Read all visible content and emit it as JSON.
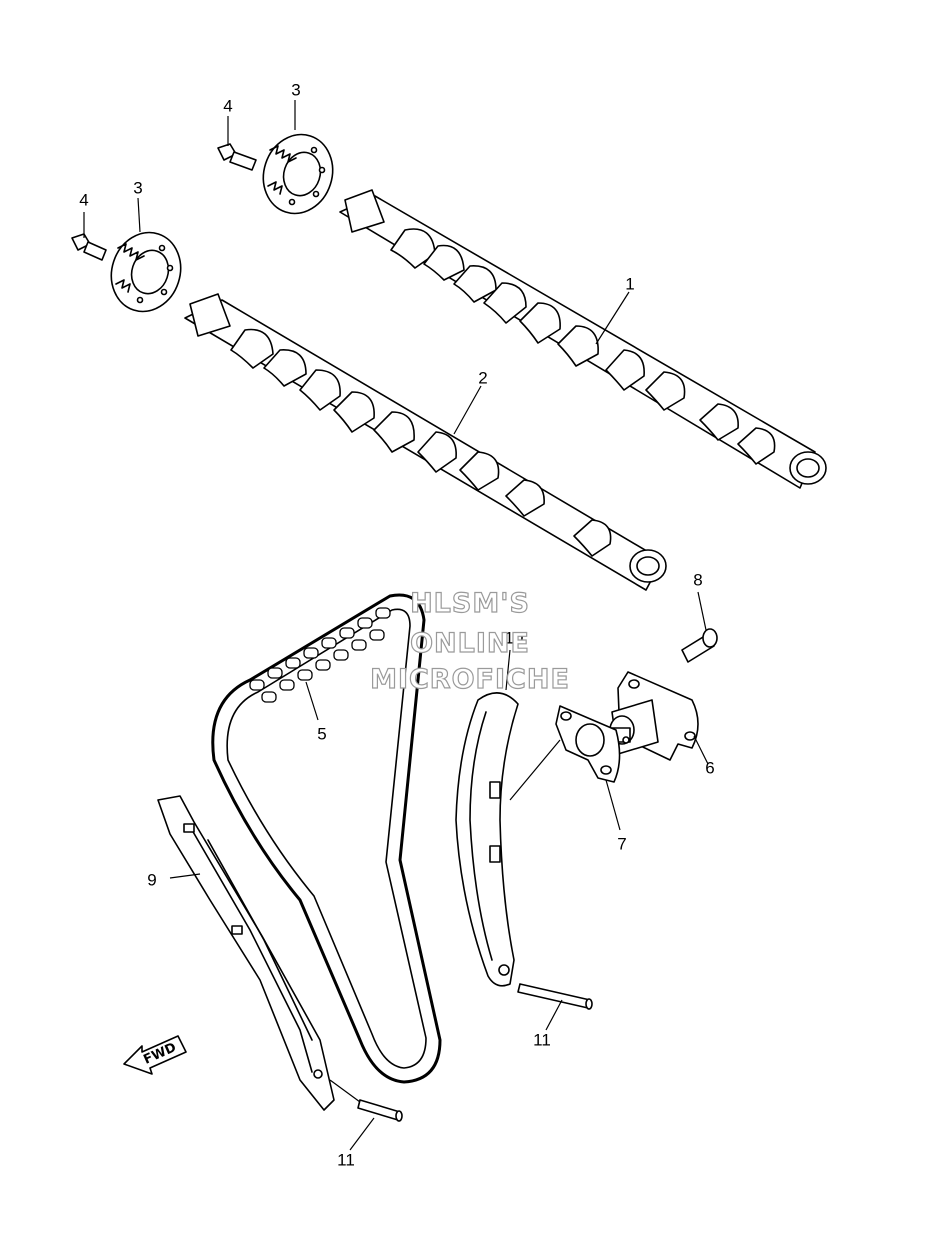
{
  "watermark": {
    "line1": "HLSM'S",
    "line2": "ONLINE",
    "line3": "MICROFICHE"
  },
  "fwd_label": "FWD",
  "callouts": [
    "1",
    "2",
    "3",
    "3",
    "4",
    "4",
    "5",
    "6",
    "7",
    "8",
    "9",
    "10",
    "11",
    "11"
  ],
  "colors": {
    "line": "#000000",
    "fill": "#ffffff",
    "watermark_stroke": "#9a9a9a"
  }
}
